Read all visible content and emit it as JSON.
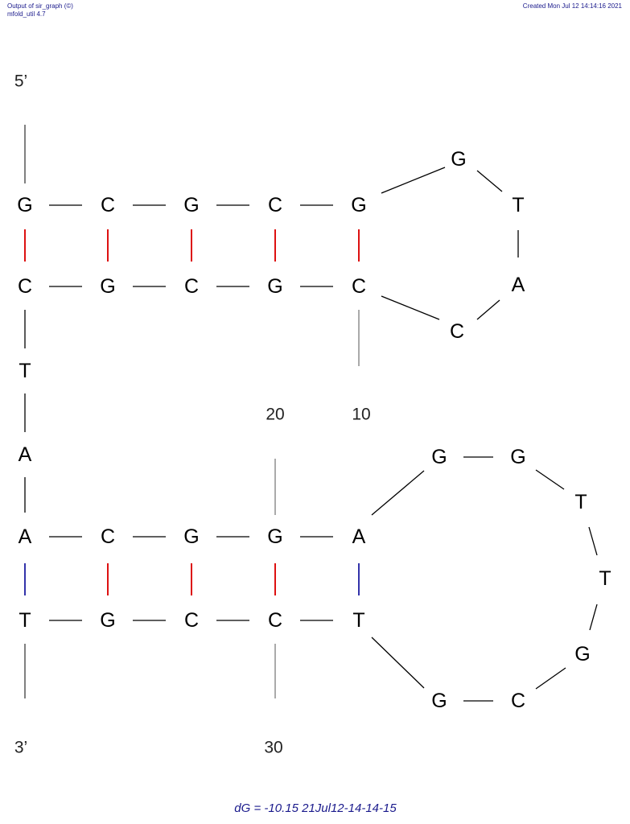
{
  "header": {
    "left_line1": "Output of sir_graph (©)",
    "left_line2": "mfold_util 4.7",
    "right": "Created Mon Jul 12 14:14:16 2021"
  },
  "end_labels": {
    "five_prime": "5’",
    "three_prime": "3’"
  },
  "position_labels": {
    "p10": "10",
    "p20": "20",
    "p30": "30"
  },
  "footer": "dG = -10.15 21Jul12-14-14-15",
  "colors": {
    "gc_pair": "#dd1111",
    "au_pair": "#3333aa",
    "backbone": "#000000",
    "tick": "#555555"
  },
  "structure": {
    "top_stem_upper": [
      "G",
      "C",
      "G",
      "C",
      "G"
    ],
    "top_stem_lower": [
      "C",
      "G",
      "C",
      "G",
      "C"
    ],
    "hairpin1_loop": [
      "G",
      "T",
      "A",
      "C"
    ],
    "linker": [
      "T",
      "A"
    ],
    "bottom_stem_upper": [
      "A",
      "C",
      "G",
      "G",
      "A"
    ],
    "bottom_stem_lower": [
      "T",
      "G",
      "C",
      "C",
      "T"
    ],
    "hairpin2_loop": [
      "G",
      "G",
      "T",
      "T",
      "G",
      "C",
      "G"
    ]
  }
}
